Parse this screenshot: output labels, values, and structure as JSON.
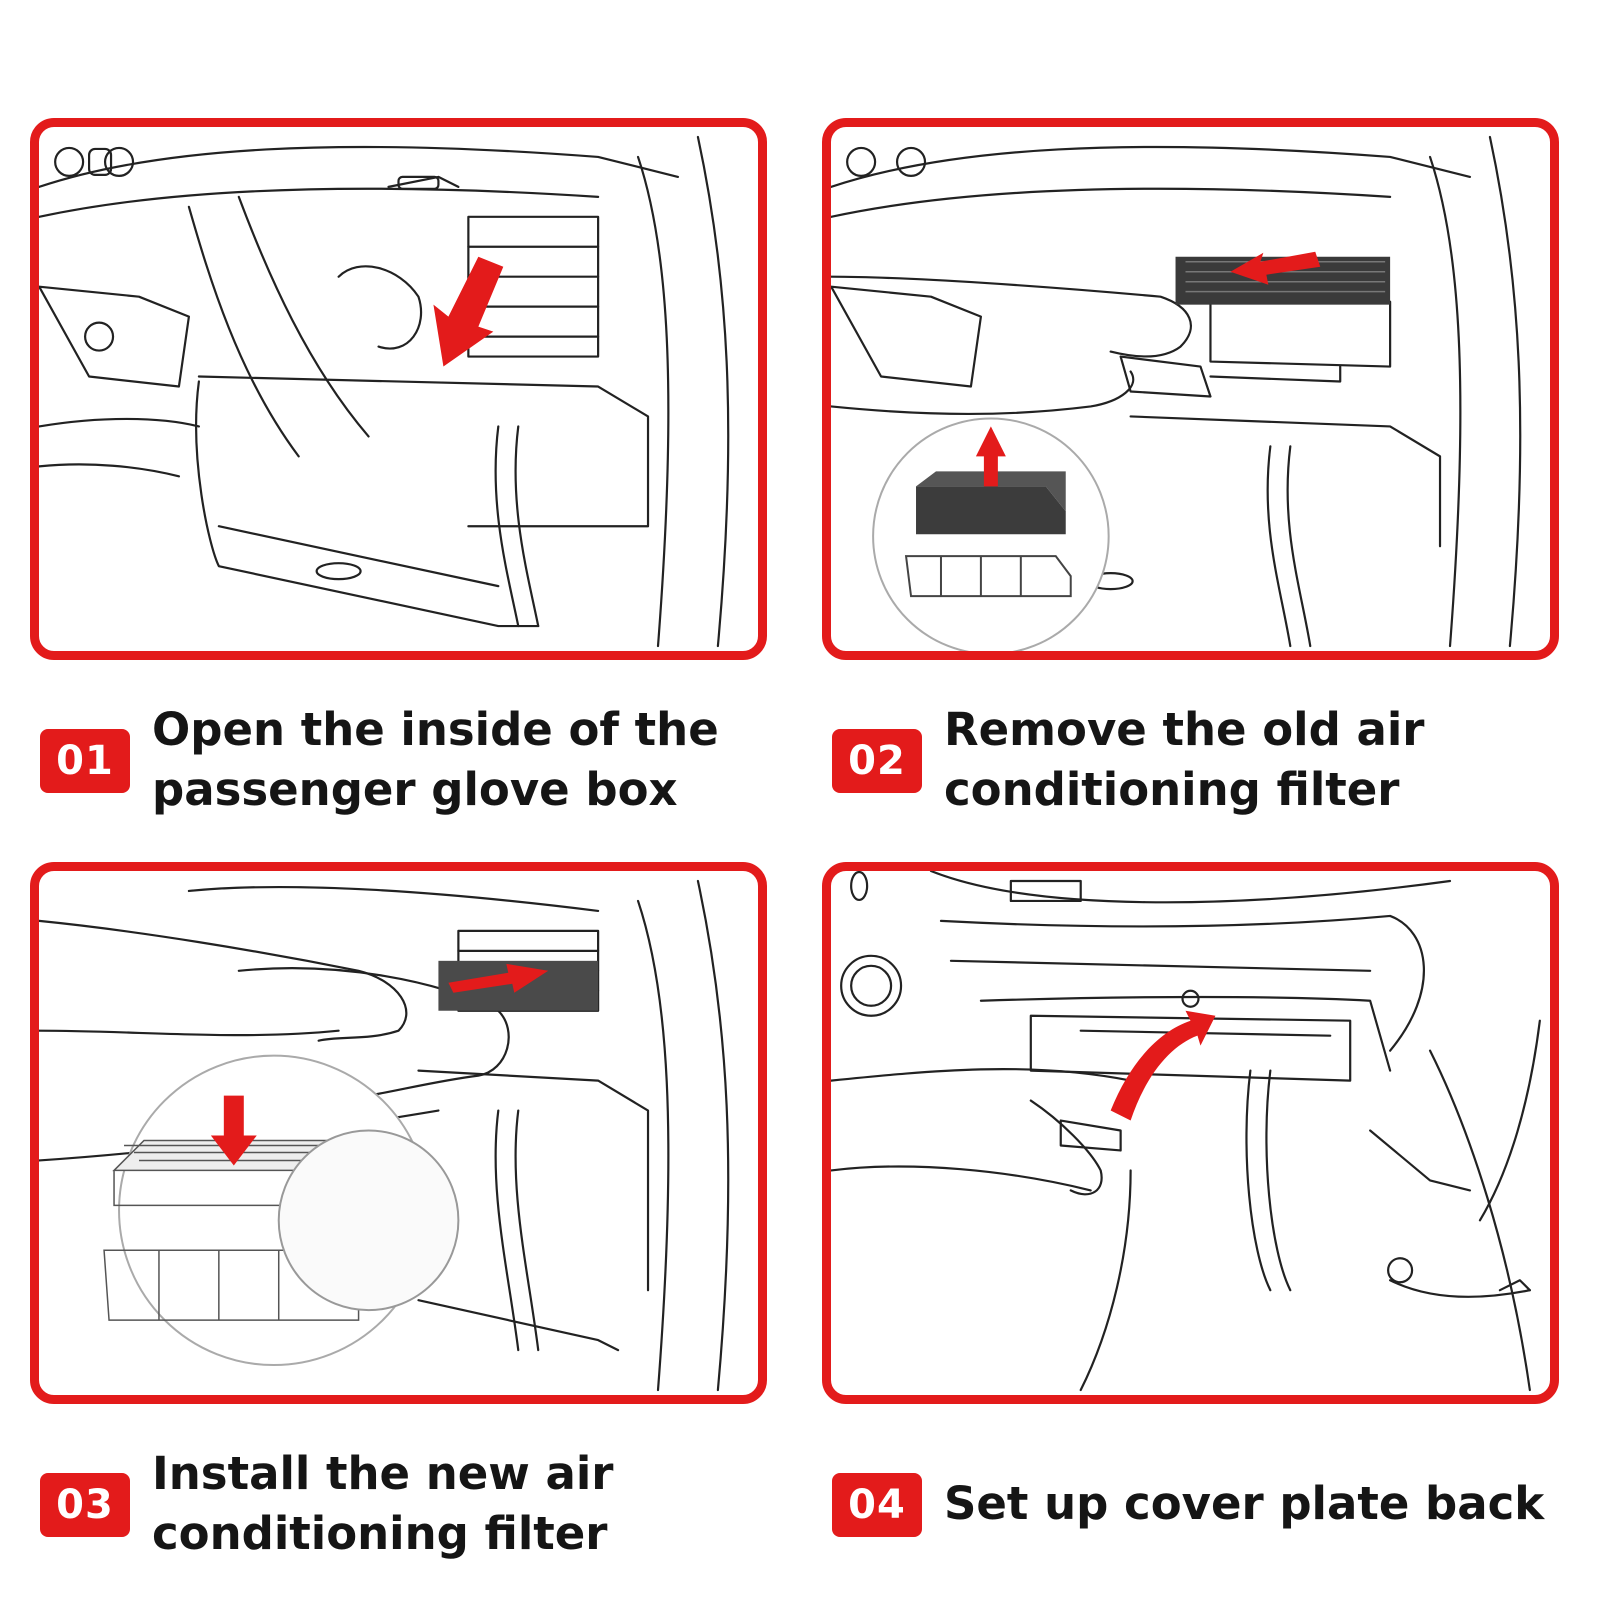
{
  "accent_color": "#e31b1b",
  "steps": [
    {
      "number": "01",
      "text": "Open the inside of the passenger glove box",
      "icon": "glove-box-open-illustration"
    },
    {
      "number": "02",
      "text": "Remove the old air conditioning filter",
      "icon": "remove-filter-illustration"
    },
    {
      "number": "03",
      "text": "Install the new air conditioning filter",
      "icon": "install-filter-illustration"
    },
    {
      "number": "04",
      "text": "Set up cover plate back",
      "icon": "cover-plate-illustration"
    }
  ]
}
